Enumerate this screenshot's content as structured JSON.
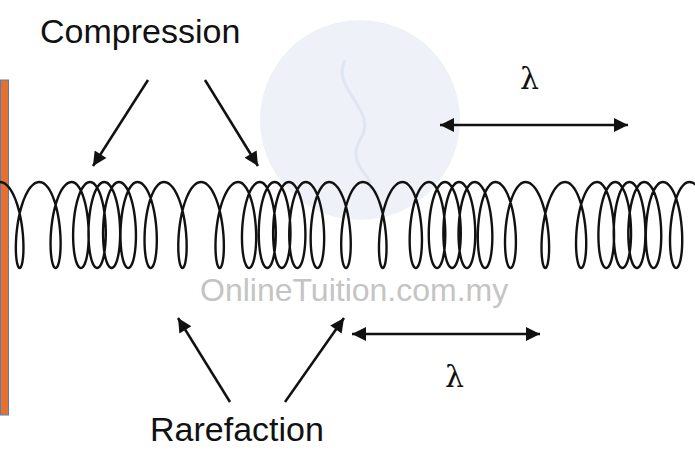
{
  "diagram": {
    "labels": [
      "Compression",
      "λ",
      "OnlineTuition.com.my",
      "λ",
      "Rarefaction"
    ]
  }
}
